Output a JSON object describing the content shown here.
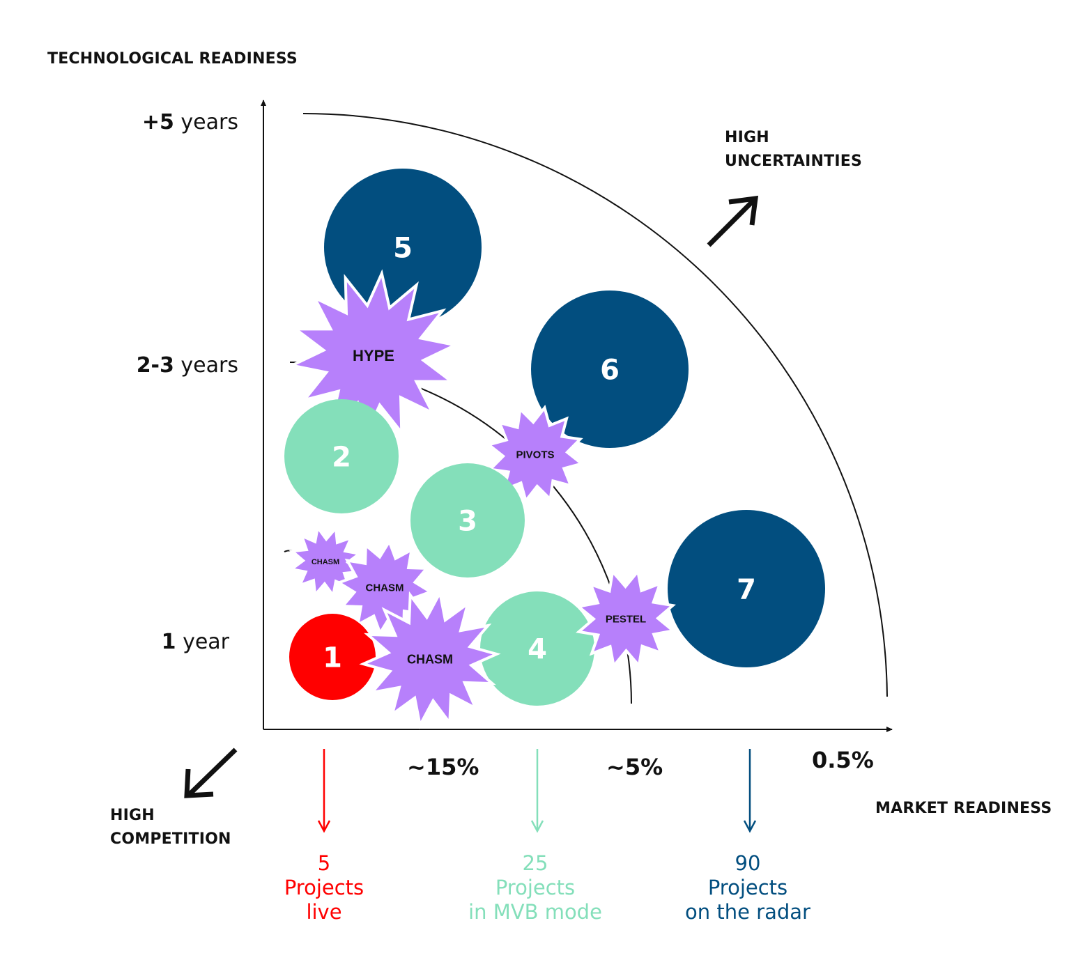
{
  "headings": {
    "y_axis": "TECHNOLOGICAL READINESS",
    "x_axis": "MARKET READINESS",
    "high_uncertainties": [
      "HIGH",
      "UNCERTAINTIES"
    ],
    "high_competition": [
      "HIGH",
      "COMPETITION"
    ]
  },
  "y_ticks": [
    {
      "num": "+5",
      "unit": " years"
    },
    {
      "num": "2-3",
      "unit": " years"
    },
    {
      "num": "1",
      "unit": " year"
    }
  ],
  "x_ticks": [
    "~15%",
    "~5%",
    "0.5%"
  ],
  "colors": {
    "live": "#ff0000",
    "mvb": "#84dfba",
    "radar": "#024e7f",
    "burst": "#b780fb",
    "text": "#111111"
  },
  "circles": [
    {
      "label": "5",
      "group": "radar"
    },
    {
      "label": "6",
      "group": "radar"
    },
    {
      "label": "7",
      "group": "radar"
    },
    {
      "label": "2",
      "group": "mvb"
    },
    {
      "label": "3",
      "group": "mvb"
    },
    {
      "label": "4",
      "group": "mvb"
    },
    {
      "label": "1",
      "group": "live"
    }
  ],
  "bursts": [
    "HYPE",
    "PIVOTS",
    "CHASM",
    "CHASM",
    "CHASM",
    "PESTEL"
  ],
  "counts": [
    {
      "number": "5",
      "lines": [
        "Projects",
        "live"
      ],
      "group": "live"
    },
    {
      "number": "25",
      "lines": [
        "Projects",
        "in MVB mode"
      ],
      "group": "mvb"
    },
    {
      "number": "90",
      "lines": [
        "Projects",
        "on the radar"
      ],
      "group": "radar"
    }
  ]
}
